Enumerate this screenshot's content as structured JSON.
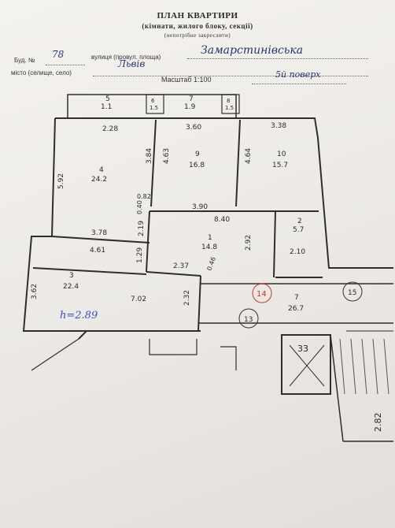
{
  "header": {
    "title": "ПЛАН КВАРТИРИ",
    "subtitle": "(кімнати, жилого блоку, секції)",
    "note": "(непотрібне закреслити)",
    "building_label": "Буд. №",
    "building_number": "78",
    "street_label": "вулиця (провул. площа)",
    "street_value": "Замарстинівська",
    "city_label": "місто (селище, село)",
    "city_value": "Львів",
    "scale_label": "Масштаб 1:100",
    "floor_value": "5й поверх"
  },
  "rooms": [
    {
      "id": "4",
      "area": "24.2"
    },
    {
      "id": "9",
      "area": "16.8"
    },
    {
      "id": "10",
      "area": "15.7"
    },
    {
      "id": "1",
      "area": "14.8"
    },
    {
      "id": "2",
      "area": "5.7"
    },
    {
      "id": "3",
      "area": "22.4"
    },
    {
      "id": "7",
      "area": "26.7"
    },
    {
      "id": "5",
      "area": "1.1"
    },
    {
      "id": "7",
      "area": "1.9"
    },
    {
      "id": "6",
      "area": "1.5"
    },
    {
      "id": "8",
      "area": "1.5"
    },
    {
      "id": "33",
      "area": ""
    }
  ],
  "dimensions": [
    "2.28",
    "3.60",
    "3.38",
    "5.92",
    "3.84",
    "4.63",
    "4.64",
    "0.82",
    "0.40",
    "3.90",
    "8.40",
    "2.19",
    "3.78",
    "4.61",
    "1.29",
    "2.37",
    "0.46",
    "2.92",
    "2.10",
    "3.62",
    "7.02",
    "2.32",
    "2.82"
  ],
  "annotations": {
    "ceiling_height": "h=2.89",
    "circle_13": "13",
    "circle_14": "14",
    "circle_15": "15"
  }
}
